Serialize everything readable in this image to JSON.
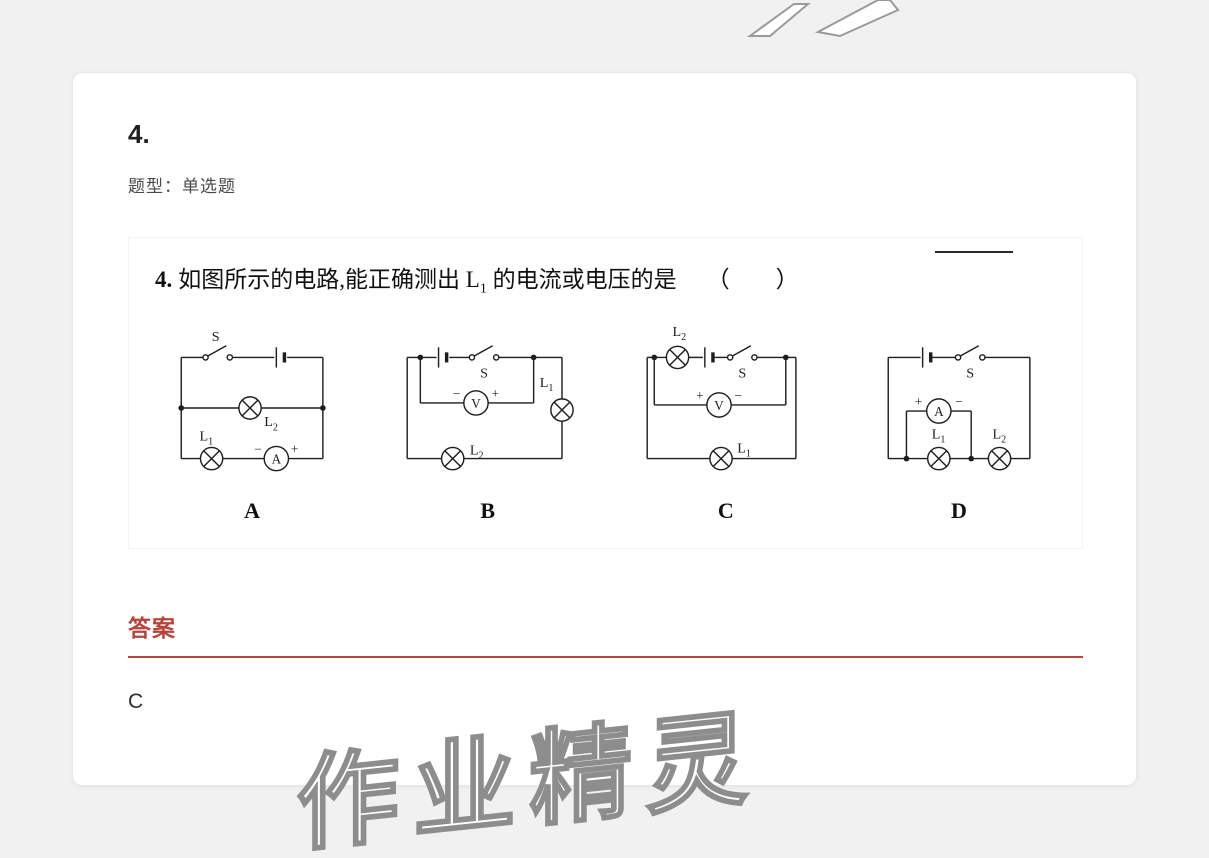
{
  "page": {
    "background_color": "#f1f1f1",
    "card_color": "#ffffff",
    "accent_color": "#b5443c",
    "wire_color": "#1d1d1d"
  },
  "header": {
    "question_number": "4.",
    "question_type": "题型：单选题"
  },
  "question": {
    "stem_number": "4.",
    "stem_text": "如图所示的电路,能正确测出 L",
    "stem_sub": "1",
    "stem_tail": " 的电流或电压的是",
    "choice_paren": "（　　）"
  },
  "circuits": {
    "A": {
      "option": "A",
      "switch": "S",
      "meter": "A",
      "meter_left": "−",
      "meter_right": "+",
      "lamp_middle": {
        "base": "L",
        "sub": "2"
      },
      "lamp_bottom": {
        "base": "L",
        "sub": "1"
      }
    },
    "B": {
      "option": "B",
      "switch": "S",
      "meter": "V",
      "meter_left": "−",
      "meter_right": "+",
      "lamp_right": {
        "base": "L",
        "sub": "1"
      },
      "lamp_bottom": {
        "base": "L",
        "sub": "2"
      }
    },
    "C": {
      "option": "C",
      "switch": "S",
      "meter": "V",
      "meter_left": "+",
      "meter_right": "−",
      "lamp_top": {
        "base": "L",
        "sub": "2"
      },
      "lamp_bottom": {
        "base": "L",
        "sub": "1"
      }
    },
    "D": {
      "option": "D",
      "switch": "S",
      "meter": "A",
      "meter_left": "+",
      "meter_right": "−",
      "lamp_left": {
        "base": "L",
        "sub": "1"
      },
      "lamp_right": {
        "base": "L",
        "sub": "2"
      }
    }
  },
  "answer": {
    "heading": "答案",
    "value": "C"
  },
  "watermark": {
    "text": "作业精灵"
  }
}
